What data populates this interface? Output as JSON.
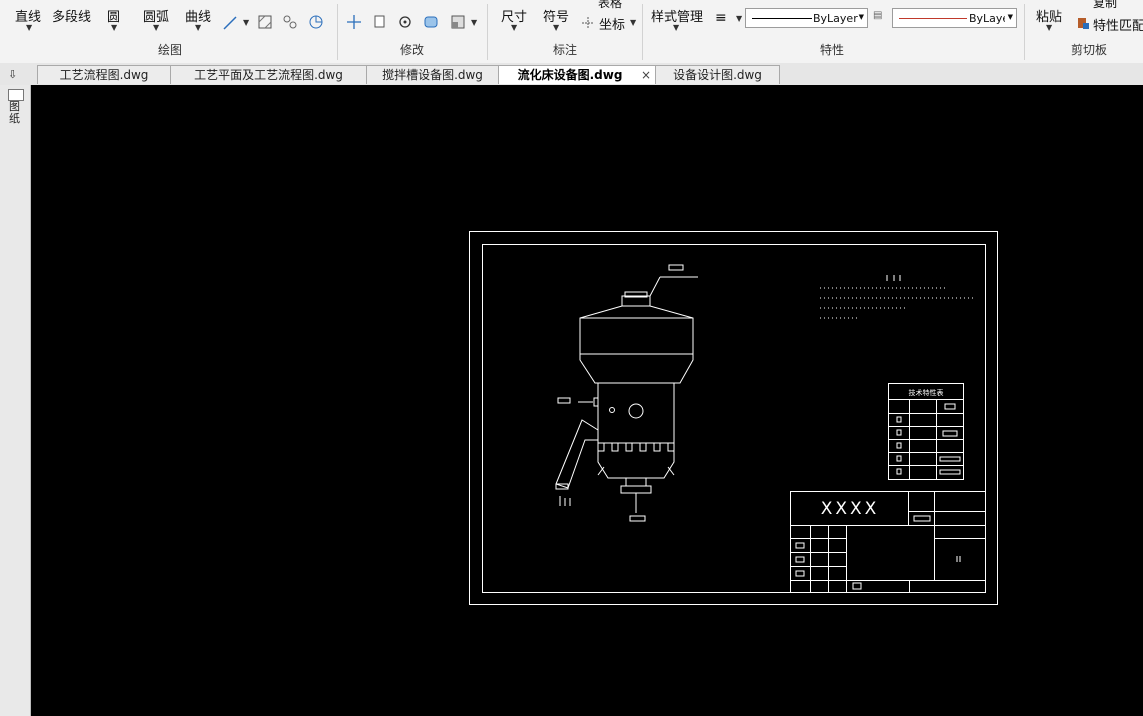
{
  "ribbon": {
    "draw": {
      "line": "直线",
      "polyline": "多段线",
      "circle": "圆",
      "arc": "圆弧",
      "curve": "曲线",
      "group_label": "绘图"
    },
    "modify": {
      "group_label": "修改"
    },
    "annotate": {
      "dimension": "尺寸",
      "symbol": "符号",
      "table": "表格",
      "coordinate": "坐标",
      "group_label": "标注"
    },
    "properties": {
      "style_manager": "样式管理",
      "linetype": "ByLayer",
      "color": "ByLayer",
      "group_label": "特性"
    },
    "clipboard": {
      "paste": "粘贴",
      "copy": "复制",
      "match": "特性匹配",
      "group_label": "剪切板"
    }
  },
  "tabs": [
    {
      "label": "工艺流程图.dwg"
    },
    {
      "label": "工艺平面及工艺流程图.dwg"
    },
    {
      "label": "搅拌槽设备图.dwg"
    },
    {
      "label": "流化床设备图.dwg"
    },
    {
      "label": "设备设计图.dwg"
    }
  ],
  "tab_close": "×",
  "left_panel": {
    "label": "图纸"
  },
  "drawing": {
    "title_block_text": "XXXX",
    "table_title": "技术特性表"
  },
  "colors": {
    "canvas": "#000000",
    "ribbon": "#f3f3f3",
    "line": "#ffffff",
    "color_sample": "#c0392b"
  }
}
